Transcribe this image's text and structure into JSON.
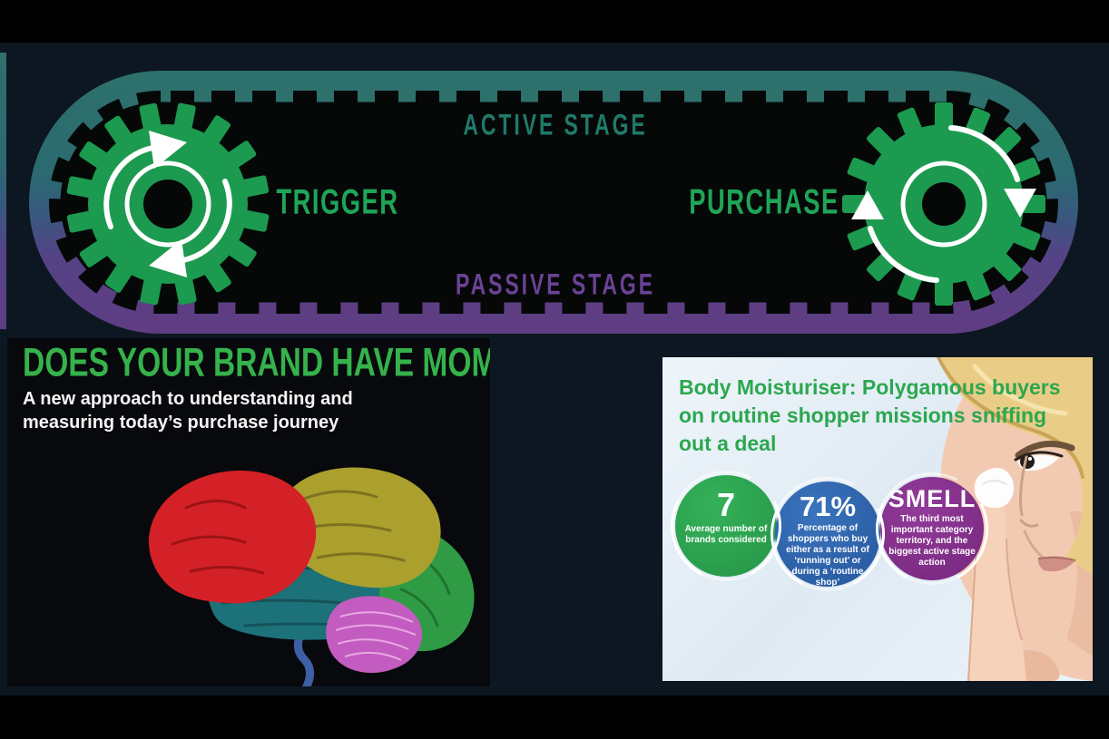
{
  "belt": {
    "active_stage_label": "ACTIVE STAGE",
    "passive_stage_label": "PASSIVE STAGE",
    "trigger_label": "TRIGGER",
    "purchase_label": "PURCHASE",
    "colors": {
      "active_band": "#2d706c",
      "passive_band": "#5e3d83",
      "gear_green": "#1c9a4f",
      "gear_label_green": "#1fa557",
      "active_text": "#1f7a6a",
      "passive_text": "#6a4296",
      "background_navy": "#0d1721"
    }
  },
  "intro": {
    "title": "DOES YOUR BRAND HAVE MOMENTUM?",
    "subtitle_line1": "A new approach to understanding and",
    "subtitle_line2": "measuring today’s purchase journey",
    "title_color": "#35b24b"
  },
  "case_study": {
    "heading_lines": [
      "Body Moisturiser: Polygamous buyers",
      "on routine shopper missions sniffing",
      "out a deal"
    ],
    "heading_color": "#2ca74f",
    "stats": [
      {
        "value": "7",
        "label": "Average number of brands considered",
        "color": "#2aa24c"
      },
      {
        "value": "71%",
        "label": "Percentage of shoppers who buy either as a result of ‘running out’ or during a ‘routine shop’",
        "color": "#2d66ae"
      },
      {
        "value": "SMELL",
        "label": "The third most important category territory, and the biggest active stage action",
        "color": "#842f8b"
      }
    ]
  }
}
